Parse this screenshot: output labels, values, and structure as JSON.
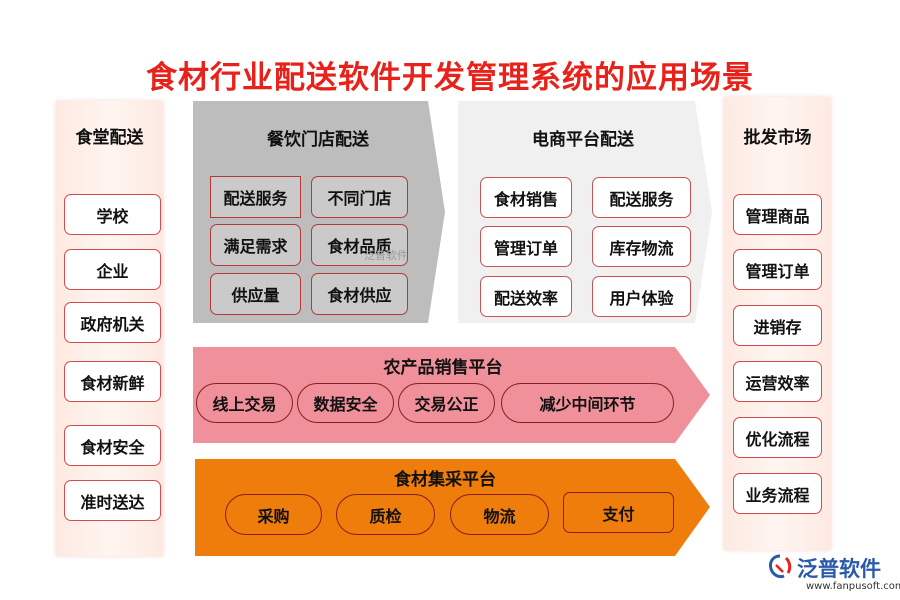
{
  "title": "食材行业配送软件开发管理系统的应用场景",
  "left_column": {
    "header": "食堂配送",
    "items": [
      "学校",
      "企业",
      "政府机关",
      "食材新鲜",
      "食材安全",
      "准时送达"
    ]
  },
  "right_column": {
    "header": "批发市场",
    "items": [
      "管理商品",
      "管理订单",
      "进销存",
      "运营效率",
      "优化流程",
      "业务流程"
    ]
  },
  "restaurant_panel": {
    "header": "餐饮门店配送",
    "items": [
      "配送服务",
      "不同门店",
      "满足需求",
      "食材品质",
      "供应量",
      "食材供应"
    ]
  },
  "ecommerce_panel": {
    "header": "电商平台配送",
    "items": [
      "食材销售",
      "配送服务",
      "管理订单",
      "库存物流",
      "配送效率",
      "用户体验"
    ]
  },
  "agri_panel": {
    "header": "农产品销售平台",
    "items": [
      "线上交易",
      "数据安全",
      "交易公正",
      "减少中间环节"
    ]
  },
  "procurement_panel": {
    "header": "食材集采平台",
    "items": [
      "采购",
      "质检",
      "物流",
      "支付"
    ]
  },
  "watermark": {
    "center_text": "泛普软件",
    "logo_text": "泛普软件",
    "logo_url": "www.fanpusoft.com"
  },
  "colors": {
    "title": "#e8221a",
    "restaurant_bg": "#bdbdbd",
    "ecommerce_bg": "#f0f0f0",
    "agri_bg": "#f0909a",
    "procurement_bg": "#ee7d0b",
    "pill_border": "#d54a4a"
  }
}
